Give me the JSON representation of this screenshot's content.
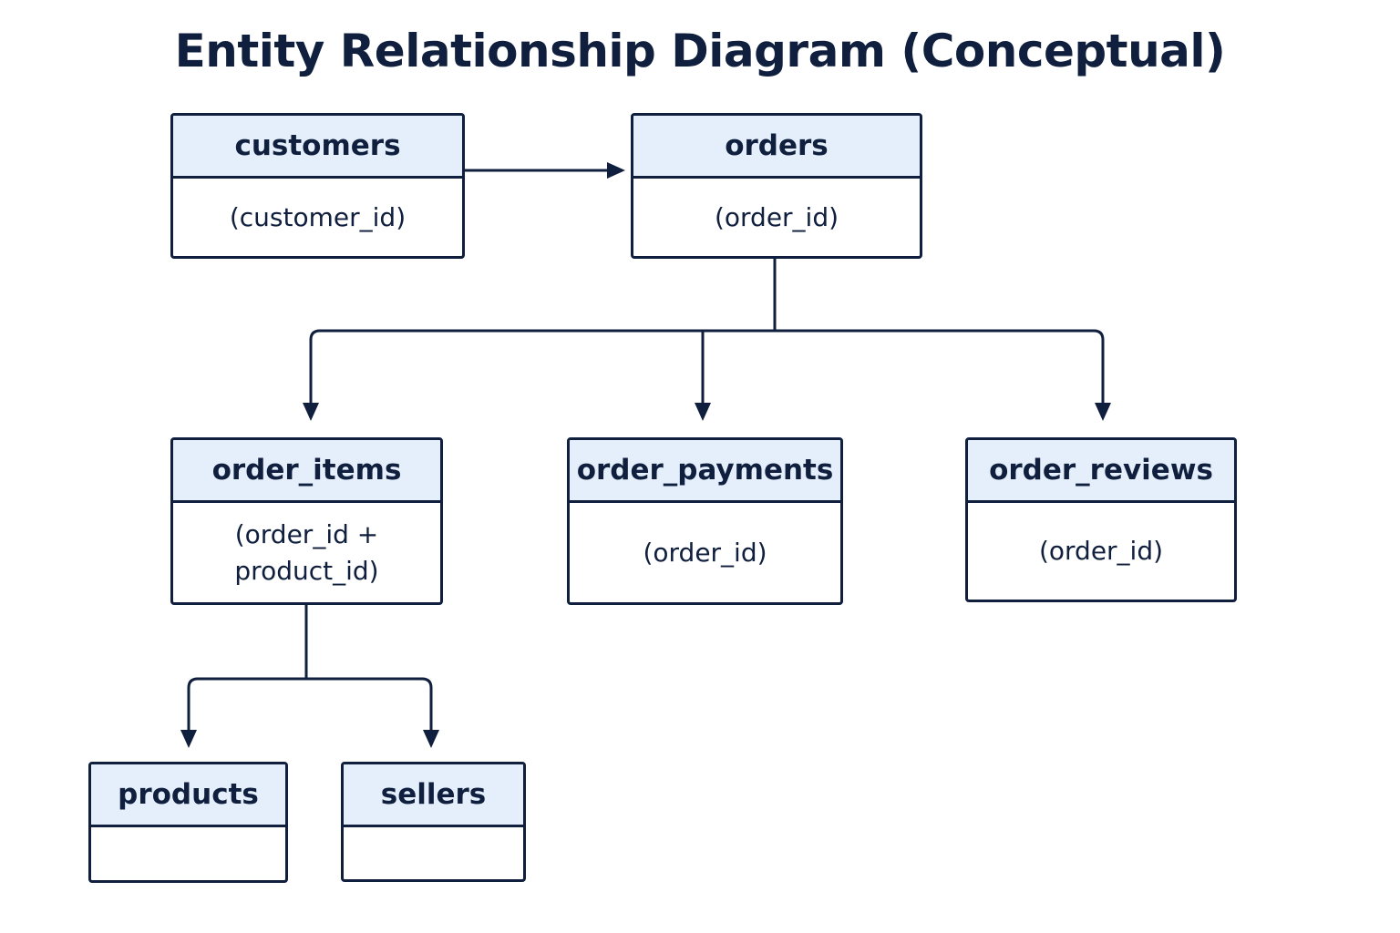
{
  "title": "Entity Relationship Diagram (Conceptual)",
  "colors": {
    "stroke": "#0f1f3d",
    "header_fill": "#e4effb",
    "background": "#ffffff"
  },
  "entities": {
    "customers": {
      "name": "customers",
      "key": "(customer_id)"
    },
    "orders": {
      "name": "orders",
      "key": "(order_id)"
    },
    "order_items": {
      "name": "order_items",
      "key": "(order_id +\nproduct_id)"
    },
    "order_payments": {
      "name": "order_payments",
      "key": "(order_id)"
    },
    "order_reviews": {
      "name": "order_reviews",
      "key": "(order_id)"
    },
    "products": {
      "name": "products",
      "key": ""
    },
    "sellers": {
      "name": "sellers",
      "key": ""
    }
  },
  "relationships": [
    {
      "from": "customers",
      "to": "orders"
    },
    {
      "from": "orders",
      "to": "order_items"
    },
    {
      "from": "orders",
      "to": "order_payments"
    },
    {
      "from": "orders",
      "to": "order_reviews"
    },
    {
      "from": "order_items",
      "to": "products"
    },
    {
      "from": "order_items",
      "to": "sellers"
    }
  ]
}
